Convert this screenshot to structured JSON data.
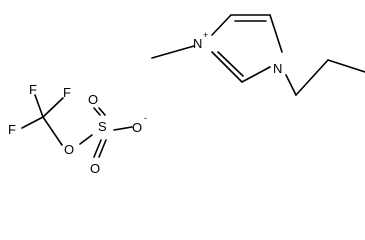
{
  "molecule": {
    "atoms": {
      "n_methyl": "N",
      "n_methyl_charge": "+",
      "n_butyl": "N",
      "f1": "F",
      "f2": "F",
      "f3": "F",
      "o_ester": "O",
      "s": "S",
      "o_top": "O",
      "o_bottom": "O",
      "o_anion": "O",
      "o_anion_charge": "-"
    }
  }
}
